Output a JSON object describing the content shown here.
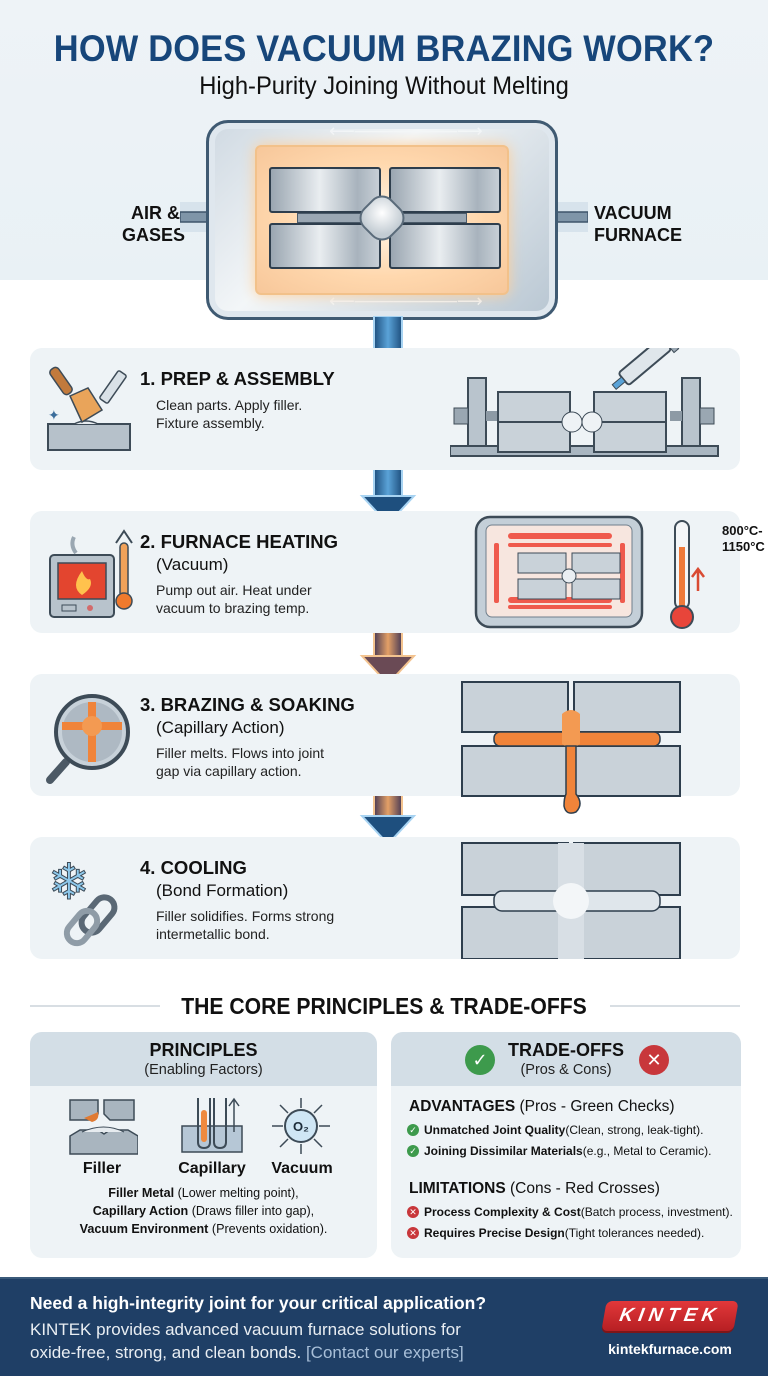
{
  "header": {
    "title": "HOW DOES VACUUM BRAZING WORK?",
    "subtitle": "High-Purity Joining Without Melting"
  },
  "hero": {
    "left_label": [
      "AIR &",
      "GASES"
    ],
    "right_label": [
      "VACUUM",
      "FURNACE"
    ]
  },
  "steps": [
    {
      "title": "1. PREP & ASSEMBLY",
      "subtitle": "",
      "description": [
        "Clean parts. Apply filler.",
        "Fixture assembly."
      ],
      "icon": "paintbrush-syringe-icon",
      "illustration": "fixture-with-syringe"
    },
    {
      "title": "2. FURNACE HEATING",
      "subtitle": "(Vacuum)",
      "description": [
        "Pump out air. Heat under",
        "vacuum to brazing temp."
      ],
      "icon": "furnace-thermometer-icon",
      "illustration": "heated-furnace",
      "temperature": [
        "800°C-",
        "1150°C"
      ]
    },
    {
      "title": "3. BRAZING & SOAKING",
      "subtitle": "(Capillary Action)",
      "description": [
        "Filler melts. Flows into joint",
        "gap via capillary action."
      ],
      "icon": "magnifier-joint-icon",
      "illustration": "molten-filler-joint"
    },
    {
      "title": "4. COOLING",
      "subtitle": "(Bond Formation)",
      "description": [
        "Filler solidifies. Forms strong",
        "intermetallic bond."
      ],
      "icon": "snowflake-chain-icon",
      "illustration": "solid-bonded-joint"
    }
  ],
  "section": {
    "title": "THE CORE PRINCIPLES & TRADE-OFFS"
  },
  "principles": {
    "title": "PRINCIPLES",
    "subtitle": "(Enabling Factors)",
    "items": [
      {
        "label": "Filler",
        "icon": "filler-metal-icon"
      },
      {
        "label": "Capillary",
        "icon": "capillary-tube-icon"
      },
      {
        "label": "Vacuum",
        "icon": "oxygen-vacuum-icon",
        "symbol": "O₂"
      }
    ],
    "lines": [
      {
        "bold": "Filler Metal",
        "rest": " (Lower melting point),"
      },
      {
        "bold": "Capillary Action",
        "rest": " (Draws filler into gap),"
      },
      {
        "bold": "Vacuum Environment",
        "rest": " (Prevents oxidation)."
      }
    ]
  },
  "tradeoffs": {
    "title": "TRADE-OFFS",
    "subtitle": "(Pros & Cons)",
    "advantages": {
      "heading": "ADVANTAGES",
      "heading_note": " (Pros - Green Checks)",
      "items": [
        {
          "bold": "Unmatched Joint Quality",
          "rest": " (Clean, strong, leak-tight)."
        },
        {
          "bold": "Joining Dissimilar Materials",
          "rest": " (e.g., Metal to Ceramic)."
        }
      ]
    },
    "limitations": {
      "heading": "LIMITATIONS",
      "heading_note": " (Cons - Red Crosses)",
      "items": [
        {
          "bold": "Process Complexity & Cost",
          "rest": " (Batch process, investment)."
        },
        {
          "bold": "Requires Precise Design",
          "rest": " (Tight tolerances needed)."
        }
      ]
    }
  },
  "footer": {
    "headline": "Need a high-integrity joint for your critical application?",
    "body_line1": "KINTEK provides advanced vacuum furnace solutions for",
    "body_line2": "oxide-free, strong, and clean bonds. ",
    "cta": "[Contact our experts]",
    "logo": "KINTEK",
    "website": "kintekfurnace.com"
  },
  "colors": {
    "title_blue": "#17467a",
    "footer_bg": "#1f3f66",
    "logo_red": "#d22a2e",
    "check_green": "#3d9a4c",
    "cross_red": "#c8373b",
    "arrow_blue": "#2f6ea3",
    "arrow_orange": "#f0a25c"
  }
}
